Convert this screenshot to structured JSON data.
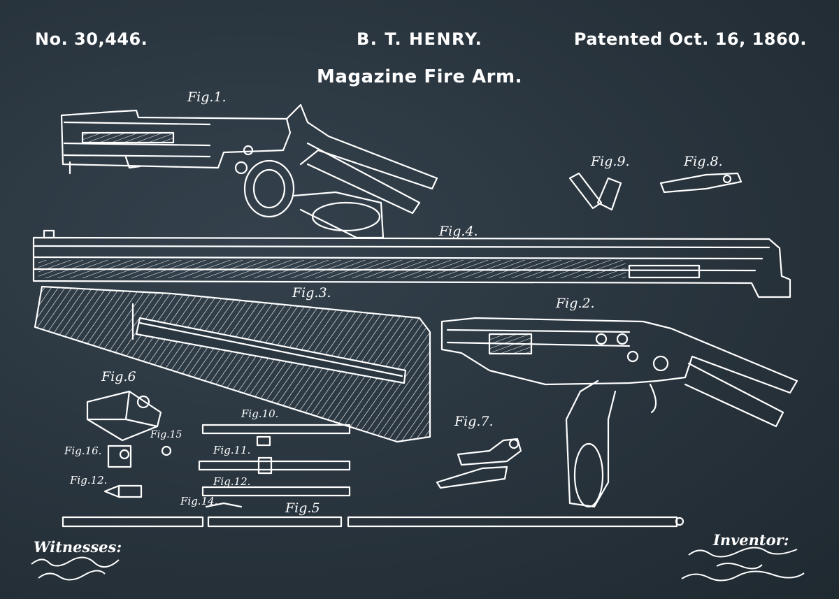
{
  "header": {
    "patent_number": "No. 30,446.",
    "inventor_name": "B. T. HENRY.",
    "patent_date": "Patented Oct. 16, 1860.",
    "title": "Magazine Fire Arm."
  },
  "figures": {
    "fig1": "Fig.1.",
    "fig2": "Fig.2.",
    "fig3": "Fig.3.",
    "fig4": "Fig.4.",
    "fig5": "Fig.5",
    "fig6": "Fig.6",
    "fig7": "Fig.7.",
    "fig8": "Fig.8.",
    "fig9": "Fig.9.",
    "fig10": "Fig.10.",
    "fig11": "Fig.11.",
    "fig12": "Fig.12.",
    "fig12b": "Fig.12.",
    "fig14": "Fig.14.",
    "fig15": "Fig.15",
    "fig16": "Fig.16."
  },
  "footer": {
    "witnesses_label": "Witnesses:",
    "inventor_label": "Inventor:"
  },
  "colors": {
    "background": "#2a3640",
    "ink": "#ffffff"
  }
}
